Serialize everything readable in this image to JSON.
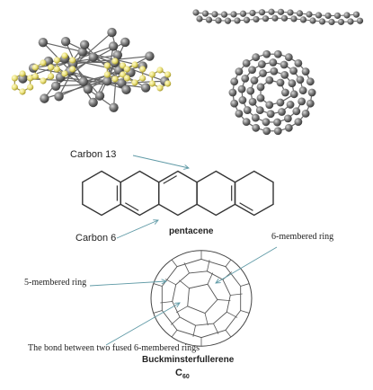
{
  "labels": {
    "carbon13": "Carbon 13",
    "carbon6": "Carbon 6",
    "pentacene": "pentacene",
    "six_membered_ring": "6-membered ring",
    "five_membered_ring": "5-membered ring",
    "bond_between_rings": "The bond between two fused 6-membered rings",
    "buckminsterfullerene": "Buckminsterfullerene",
    "c60_main": "C",
    "c60_sub": "60"
  },
  "colors": {
    "carbon_atom": "#7a7a7a",
    "hydrogen_atom": "#e9e07a",
    "bond_line": "#333333",
    "arrow": "#5f9aa6",
    "text": "#222222"
  }
}
